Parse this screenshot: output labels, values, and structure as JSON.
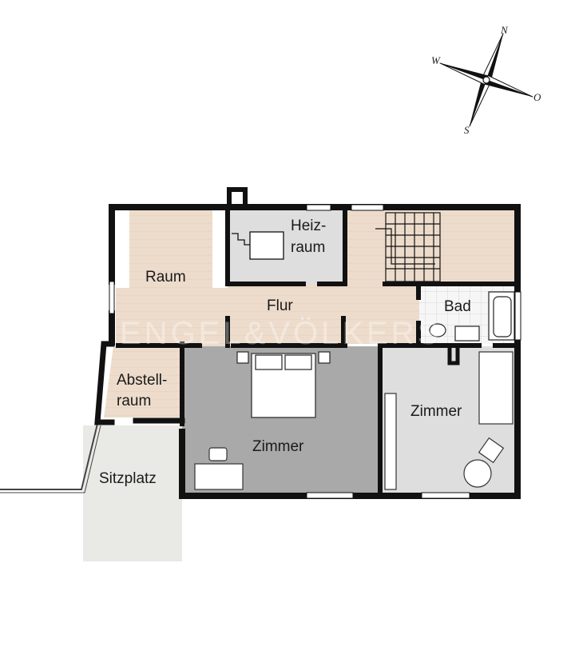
{
  "rooms": {
    "raum": "Raum",
    "heizraum_line1": "Heiz-",
    "heizraum_line2": "raum",
    "flur": "Flur",
    "bad": "Bad",
    "abstellraum_line1": "Abstell-",
    "abstellraum_line2": "raum",
    "zimmer_left": "Zimmer",
    "zimmer_right": "Zimmer",
    "sitzplatz": "Sitzplatz"
  },
  "compass": {
    "north": "N",
    "east": "O",
    "south": "S",
    "west": "W"
  },
  "watermark": "ENGEL&VÖLKERS",
  "colors": {
    "wall": "#111111",
    "wood_floor": "#eddccc",
    "carpet": "#a9a9a9",
    "grey_room": "#dedede",
    "tile": "#f4f4f4",
    "terrace": "#e9e9e5"
  }
}
